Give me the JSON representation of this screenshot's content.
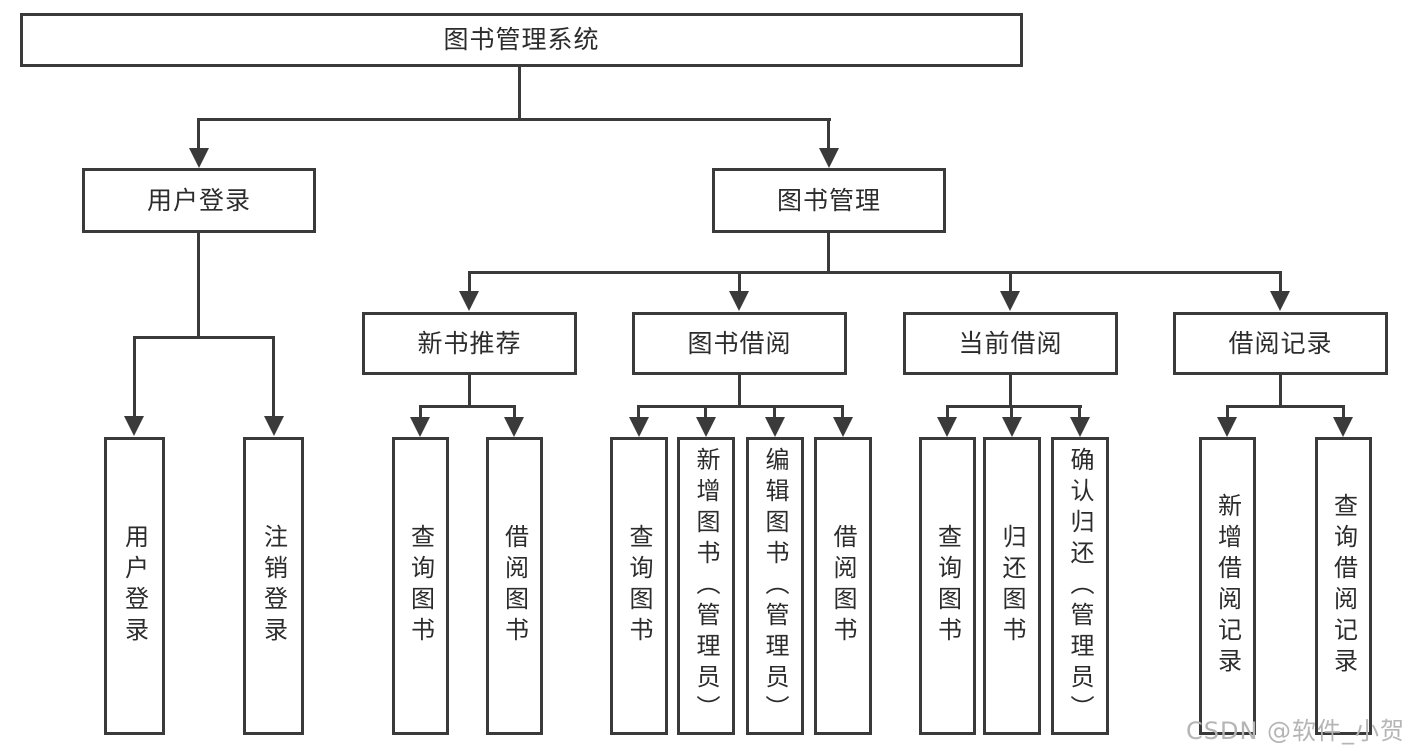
{
  "root": {
    "label": "图书管理系统"
  },
  "login": {
    "label": "用户登录",
    "children": [
      {
        "label": "用户登录"
      },
      {
        "label": "注销登录"
      }
    ]
  },
  "mgmt": {
    "label": "图书管理",
    "sections": [
      {
        "label": "新书推荐",
        "children": [
          {
            "label": "查询图书"
          },
          {
            "label": "借阅图书"
          }
        ]
      },
      {
        "label": "图书借阅",
        "children": [
          {
            "label": "查询图书"
          },
          {
            "label": "新增图书（管理员）"
          },
          {
            "label": "编辑图书（管理员）"
          },
          {
            "label": "借阅图书"
          }
        ]
      },
      {
        "label": "当前借阅",
        "children": [
          {
            "label": "查询图书"
          },
          {
            "label": "归还图书"
          },
          {
            "label": "确认归还（管理员）"
          }
        ]
      },
      {
        "label": "借阅记录",
        "children": [
          {
            "label": "新增借阅记录"
          },
          {
            "label": "查询借阅记录"
          }
        ]
      }
    ]
  },
  "watermark": {
    "text": "CSDN @软件_小贺同学"
  },
  "colors": {
    "line": "#3a3a3a",
    "text": "#2c2c2c",
    "wm": "#b5b5b5"
  }
}
